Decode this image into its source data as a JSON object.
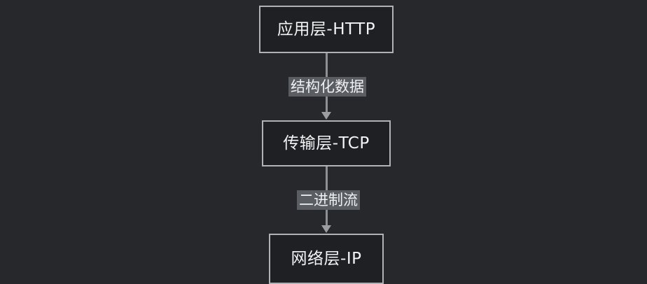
{
  "diagram": {
    "type": "flowchart",
    "orientation": "vertical",
    "background_color": "#26282c",
    "node_fill_color": "#1f2023",
    "node_border_color": "#b0b3b6",
    "connector_color": "#8e9194",
    "label_highlight_color": "#5a5d61",
    "text_color": "#f2f4f6",
    "nodes": [
      {
        "id": "application-layer",
        "label": "应用层-HTTP"
      },
      {
        "id": "transport-layer",
        "label": "传输层-TCP"
      },
      {
        "id": "network-layer",
        "label": "网络层-IP"
      }
    ],
    "edges": [
      {
        "id": "edge-app-to-tcp",
        "from": "application-layer",
        "to": "transport-layer",
        "label": "结构化数据"
      },
      {
        "id": "edge-tcp-to-ip",
        "from": "transport-layer",
        "to": "network-layer",
        "label": "二进制流"
      }
    ]
  }
}
